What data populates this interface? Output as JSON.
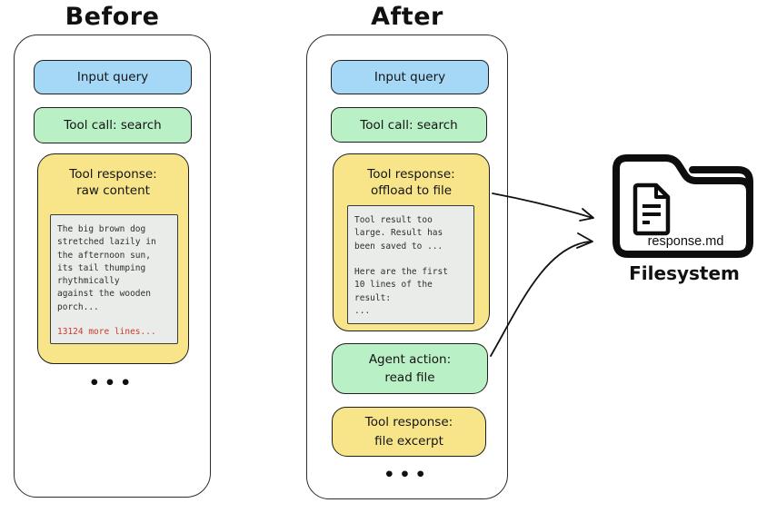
{
  "colors": {
    "blue_box": "#a5d8f7",
    "green_box": "#b9f0c5",
    "yellow_box": "#f8e58a",
    "gray_box": "#e9ece9",
    "red_text": "#cf3a30",
    "stroke": "#1a1a1a"
  },
  "before": {
    "title": "Before",
    "input_query": "Input query",
    "tool_call": "Tool call: search",
    "tool_response_title": "Tool response:\nraw content",
    "raw_content": "The big brown dog\nstretched lazily in\nthe afternoon sun,\nits tail thumping\nrhythmically\nagainst the wooden\nporch...",
    "more_lines": "13124 more lines...",
    "ellipsis": "•••"
  },
  "after": {
    "title": "After",
    "input_query": "Input query",
    "tool_call": "Tool call: search",
    "offload_title": "Tool response:\noffload to file",
    "offload_content": "Tool result too\nlarge. Result has\nbeen saved to ...\n\nHere are the first\n10 lines of the\nresult:\n...",
    "agent_action": "Agent action:\nread file",
    "file_excerpt": "Tool response:\nfile excerpt",
    "ellipsis": "•••"
  },
  "filesystem": {
    "file_name": "response.md",
    "label": "Filesystem"
  }
}
